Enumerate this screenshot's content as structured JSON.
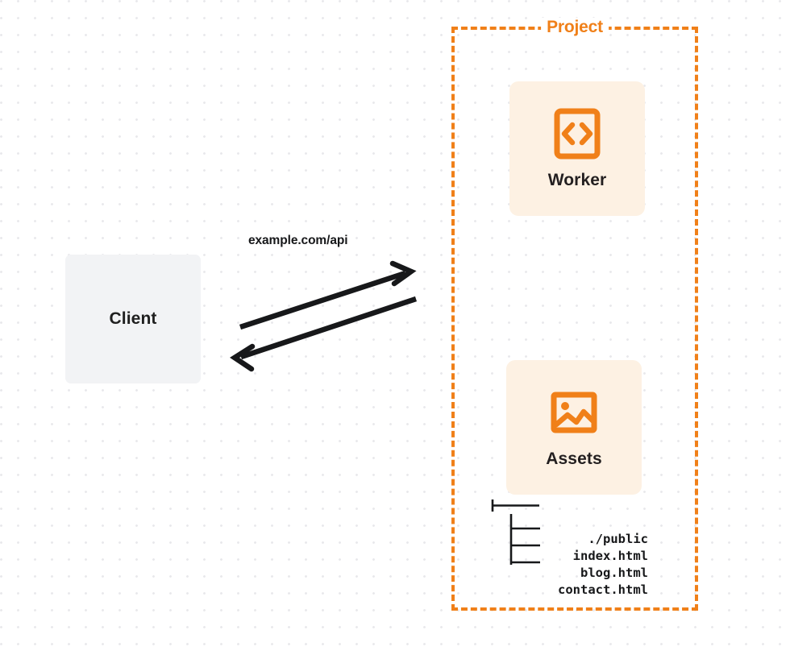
{
  "diagram": {
    "title": "Client to Project (Worker and Assets) request flow",
    "background": "dot-grid",
    "colors": {
      "accent_orange": "#f08019",
      "card_background": "#fdf1e3",
      "client_background": "#f2f3f5",
      "text_dark": "#17181a",
      "dot_grid": "#e9e9ec"
    }
  },
  "client": {
    "label": "Client"
  },
  "edge": {
    "label": "example.com/api",
    "direction": "bidirectional",
    "arrow_out": "Client to Project",
    "arrow_in": "Project to Client"
  },
  "project": {
    "title": "Project",
    "border_style": "dashed",
    "cards": [
      {
        "label": "Worker",
        "icon": "code-brackets-icon"
      },
      {
        "label": "Assets",
        "icon": "image-icon"
      }
    ],
    "file_tree": {
      "root": {
        "connector": "├──",
        "name": "./public"
      },
      "children": [
        {
          "connector": "|__",
          "name": "index.html"
        },
        {
          "connector": "|__",
          "name": "blog.html"
        },
        {
          "connector": "|__",
          "name": "contact.html"
        }
      ]
    }
  }
}
